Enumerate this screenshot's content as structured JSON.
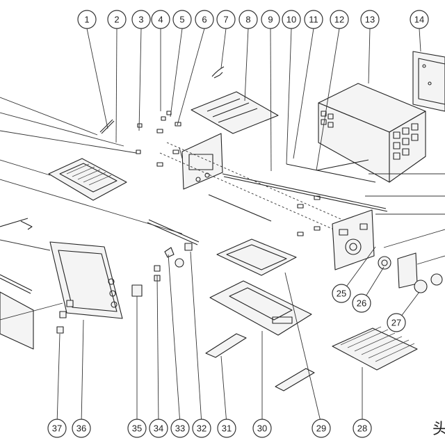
{
  "callouts": [
    "1",
    "2",
    "3",
    "4",
    "5",
    "6",
    "7",
    "8",
    "9",
    "10",
    "11",
    "12",
    "13",
    "14",
    "25",
    "26",
    "27",
    "28",
    "29",
    "30",
    "31",
    "32",
    "33",
    "34",
    "35",
    "36",
    "37"
  ],
  "watermark": "头"
}
